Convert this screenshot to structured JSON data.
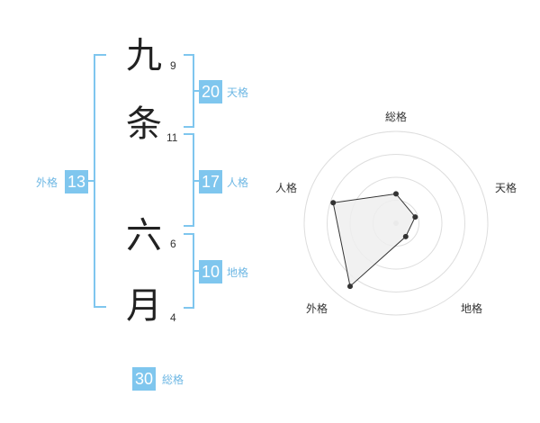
{
  "name": {
    "chars": [
      {
        "char": "九",
        "strokes": "9"
      },
      {
        "char": "条",
        "strokes": "11"
      },
      {
        "char": "六",
        "strokes": "6"
      },
      {
        "char": "月",
        "strokes": "4"
      }
    ]
  },
  "scores": {
    "tenkaku": {
      "value": "20",
      "label": "天格"
    },
    "jinkaku": {
      "value": "17",
      "label": "人格"
    },
    "chikaku": {
      "value": "10",
      "label": "地格"
    },
    "gaikaku": {
      "value": "13",
      "label": "外格"
    },
    "soukaku": {
      "value": "30",
      "label": "総格"
    }
  },
  "chart_data": {
    "type": "radar",
    "axes": [
      "総格",
      "天格",
      "地格",
      "外格",
      "人格"
    ],
    "rings": 4,
    "values": [
      0.32,
      0.22,
      0.18,
      0.85,
      0.72
    ],
    "grid": true,
    "fill": "#eeeeee",
    "stroke": "#333333",
    "ring_color": "#dddddd"
  },
  "colors": {
    "accent": "#7fc6ee",
    "text": "#222222"
  }
}
